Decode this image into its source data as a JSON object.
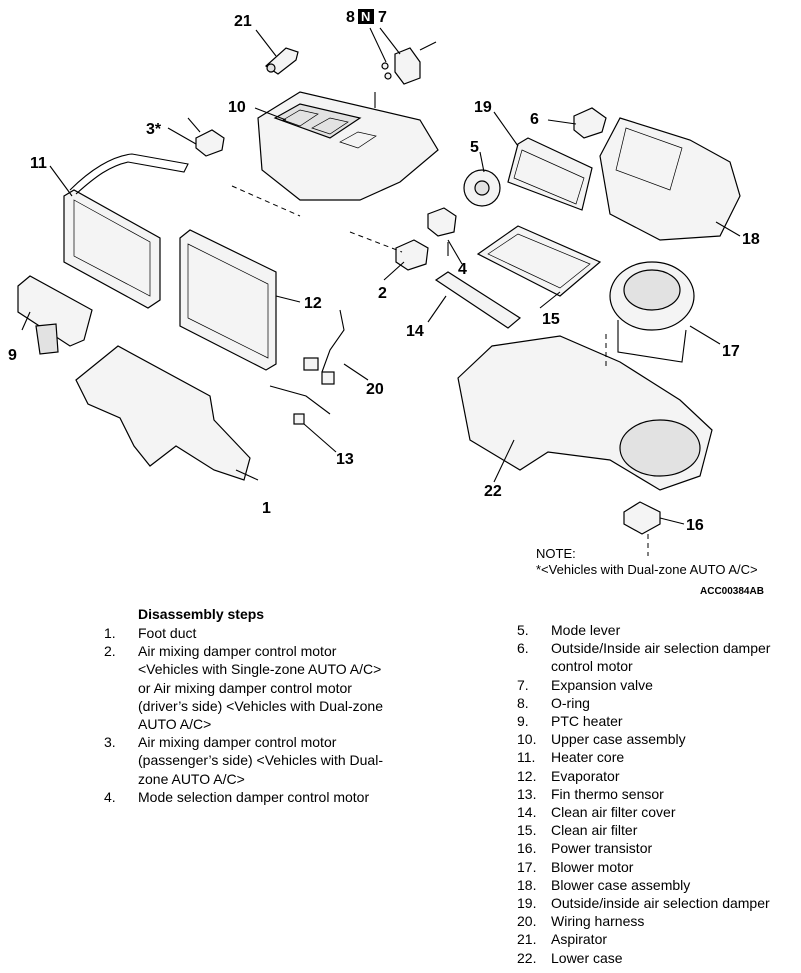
{
  "callouts": {
    "c1": "1",
    "c2": "2",
    "c3": "3*",
    "c4": "4",
    "c5": "5",
    "c6": "6",
    "c7": "7",
    "c8": "8",
    "c9": "9",
    "c10": "10",
    "c11": "11",
    "c12": "12",
    "c13": "13",
    "c14": "14",
    "c15": "15",
    "c16": "16",
    "c17": "17",
    "c18": "18",
    "c19": "19",
    "c20": "20",
    "c21": "21",
    "c22": "22",
    "n_badge": "N"
  },
  "note": {
    "heading": "NOTE:",
    "text": "*<Vehicles with Dual-zone AUTO A/C>",
    "figure_code": "ACC00384AB"
  },
  "steps": {
    "title": "Disassembly steps",
    "left": [
      {
        "num": "1.",
        "text": "Foot duct"
      },
      {
        "num": "2.",
        "text": "Air mixing damper control motor <Vehicles with Single-zone AUTO A/C> or Air mixing damper control motor (driver’s side) <Vehicles with Dual-zone AUTO A/C>"
      },
      {
        "num": "3.",
        "text": "Air mixing damper control motor (passenger’s side) <Vehicles with Dual-zone AUTO A/C>"
      },
      {
        "num": "4.",
        "text": "Mode selection damper control motor"
      }
    ],
    "right": [
      {
        "num": "5.",
        "text": "Mode lever"
      },
      {
        "num": "6.",
        "text": "Outside/Inside air selection damper control motor"
      },
      {
        "num": "7.",
        "text": "Expansion valve"
      },
      {
        "num": "8.",
        "text": "O-ring"
      },
      {
        "num": "9.",
        "text": "PTC heater"
      },
      {
        "num": "10.",
        "text": "Upper case assembly"
      },
      {
        "num": "11.",
        "text": "Heater core"
      },
      {
        "num": "12.",
        "text": "Evaporator"
      },
      {
        "num": "13.",
        "text": "Fin thermo sensor"
      },
      {
        "num": "14.",
        "text": "Clean air filter cover"
      },
      {
        "num": "15.",
        "text": "Clean air filter"
      },
      {
        "num": "16.",
        "text": "Power transistor"
      },
      {
        "num": "17.",
        "text": "Blower motor"
      },
      {
        "num": "18.",
        "text": "Blower case assembly"
      },
      {
        "num": "19.",
        "text": "Outside/inside air selection damper"
      },
      {
        "num": "20.",
        "text": "Wiring harness"
      },
      {
        "num": "21.",
        "text": "Aspirator"
      },
      {
        "num": "22.",
        "text": "Lower case"
      }
    ]
  }
}
